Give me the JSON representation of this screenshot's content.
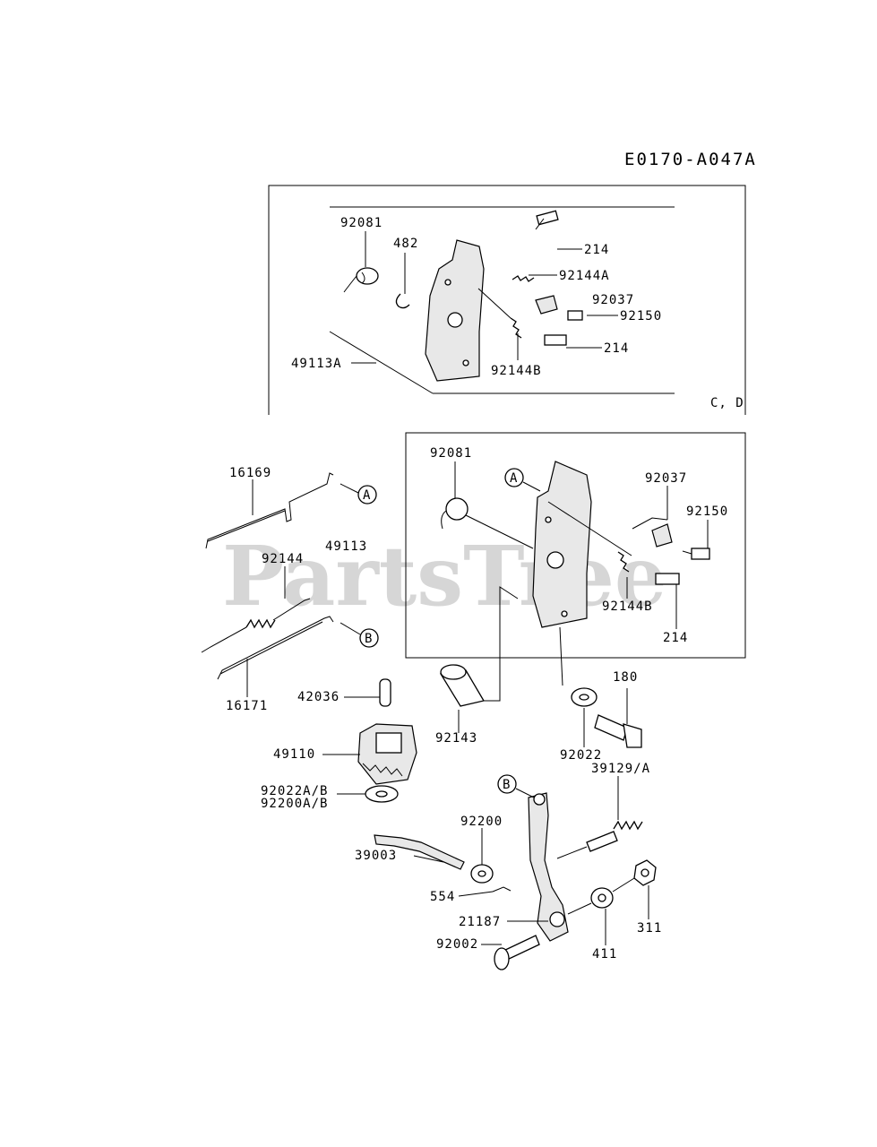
{
  "diagram_code": "E0170-A047A",
  "watermark": "PartsTree",
  "inset_note": "C, D",
  "callouts": {
    "a": "A",
    "b": "B"
  },
  "parts": {
    "p92081_top": "92081",
    "p482": "482",
    "p214_top1": "214",
    "p92144A": "92144A",
    "p92037_top": "92037",
    "p92150_top": "92150",
    "p214_top2": "214",
    "p49113A": "49113A",
    "p92144B_top": "92144B",
    "p16169": "16169",
    "p49113": "49113",
    "p92144": "92144",
    "p16171": "16171",
    "p92081_mid": "92081",
    "p92037_mid": "92037",
    "p92150_mid": "92150",
    "p92144B_mid": "92144B",
    "p214_mid": "214",
    "p42036": "42036",
    "p49110": "49110",
    "p92143": "92143",
    "p180": "180",
    "p92022": "92022",
    "p92022AB": "92022A/B",
    "p92200AB": "92200A/B",
    "p39129A": "39129/A",
    "p92200": "92200",
    "p39003": "39003",
    "p554": "554",
    "p21187": "21187",
    "p92002": "92002",
    "p411": "411",
    "p311": "311"
  }
}
